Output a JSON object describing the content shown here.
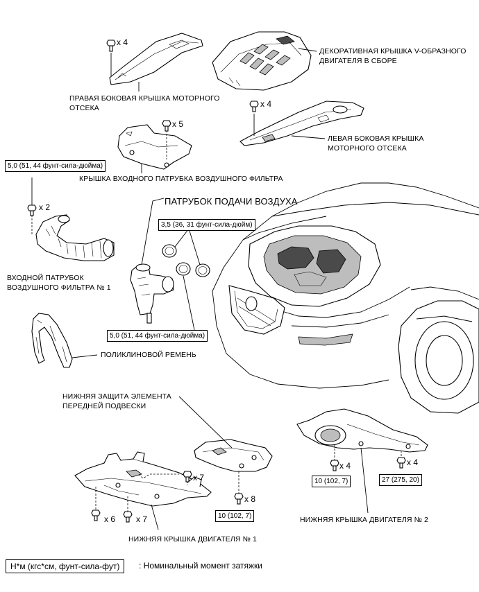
{
  "labels": {
    "right_cover": [
      "ПРАВАЯ БОКОВАЯ КРЫШКА МОТОРНОГО",
      "ОТСЕКА"
    ],
    "decorative_cover": [
      "ДЕКОРАТИВНАЯ КРЫШКА V-ОБРАЗНОГО",
      "ДВИГАТЕЛЯ В СБОРЕ"
    ],
    "left_cover": [
      "ЛЕВАЯ БОКОВАЯ КРЫШКА",
      "МОТОРНОГО ОТСЕКА"
    ],
    "inlet_cover": "КРЫШКА ВХОДНОГО ПАТРУБКА ВОЗДУШНОГО ФИЛЬТРА",
    "air_intake": "ПАТРУБОК ПОДАЧИ ВОЗДУХА",
    "inlet_no1": [
      "ВХОДНОЙ ПАТРУБОК",
      "ВОЗДУШНОГО ФИЛЬТРА № 1"
    ],
    "belt": "ПОЛИКЛИНОВОЙ РЕМЕНЬ",
    "suspension_shield": [
      "НИЖНЯЯ ЗАЩИТА ЭЛЕМЕНТА",
      "ПЕРЕДНЕЙ ПОДВЕСКИ"
    ],
    "engine_under_cover_2": "НИЖНЯЯ КРЫШКА ДВИГАТЕЛЯ № 2",
    "engine_under_cover_1": "НИЖНЯЯ КРЫШКА ДВИГАТЕЛЯ № 1"
  },
  "quantities": {
    "right_cover_bolts": "x 4",
    "inlet_cover_bolts": "x 5",
    "left_cover_bolts": "x 4",
    "inlet_no1_bolts": "x 2",
    "suspension_shield_bolts": "x 8",
    "under_cover_2_bolts_left": "x 4",
    "under_cover_2_bolts_right": "x 4",
    "under_cover_1_bolts_top": "x 7",
    "under_cover_1_bolts_a": "x 6",
    "under_cover_1_bolts_b": "x 7"
  },
  "torques": {
    "inlet_no1": "5,0 (51, 44 фунт-сила-дюйма)",
    "air_intake_top": "3,5 (36, 31 фунт-сила-дюйм)",
    "air_intake_bottom": "5,0 (51, 44 фунт-сила-дюйма)",
    "suspension_shield": "10 (102, 7)",
    "under_cover_2_left": "10 (102, 7)",
    "under_cover_2_right": "27 (275, 20)"
  },
  "legend": {
    "unit": "Н*м (кгс*см, фунт-сила-фут)",
    "description": ": Номинальный момент затяжки"
  }
}
